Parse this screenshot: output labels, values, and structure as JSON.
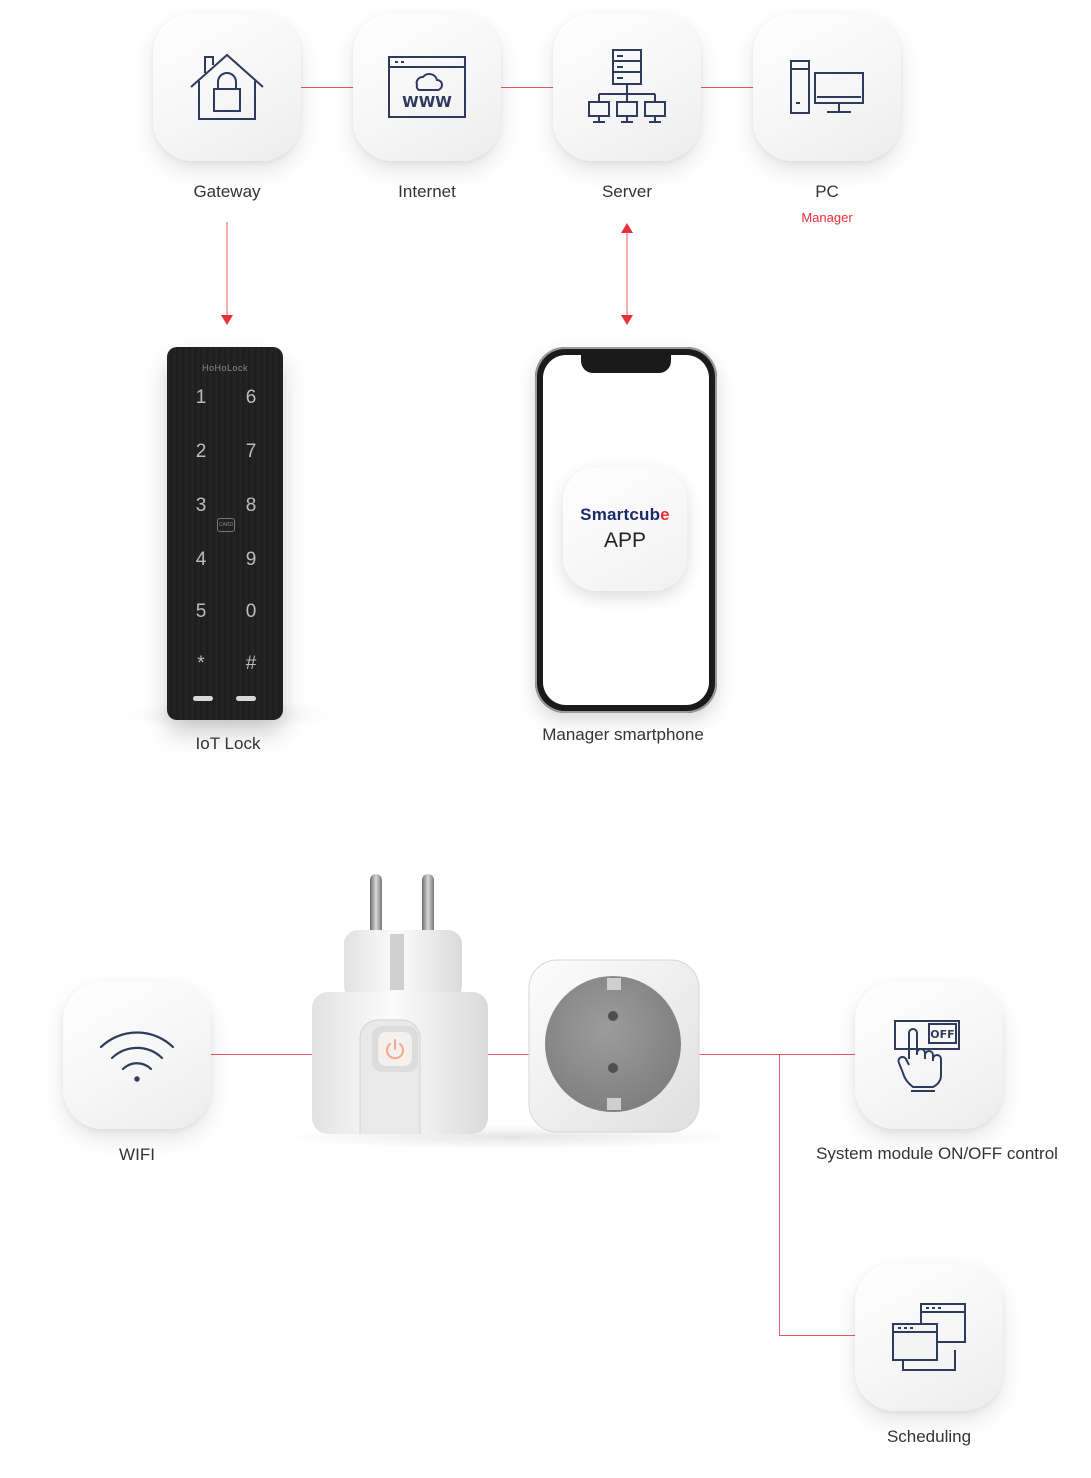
{
  "top_nodes": [
    {
      "name": "Gateway",
      "icon": "home-lock-icon"
    },
    {
      "name": "Internet",
      "icon": "www-browser-icon"
    },
    {
      "name": "Server",
      "icon": "server-network-icon"
    },
    {
      "name": "PC",
      "sub": "Manager",
      "icon": "desktop-pc-icon"
    }
  ],
  "iot_lock": {
    "label": "IoT Lock",
    "brand": "HoHoLock",
    "keys": [
      "1",
      "6",
      "2",
      "7",
      "3",
      "8",
      "4",
      "9",
      "5",
      "0",
      "*",
      "#"
    ],
    "card_text": "CARD"
  },
  "smartphone": {
    "label": "Manager smartphone",
    "app_brand_main": "Smartcub",
    "app_brand_accent": "e",
    "app_label": "APP"
  },
  "bottom_nodes": [
    {
      "name": "WIFI",
      "icon": "wifi-icon"
    },
    {
      "name": "System module ON/OFF control",
      "icon": "hand-off-switch-icon",
      "icon_text": "OFF"
    },
    {
      "name": "Scheduling",
      "icon": "windows-stack-icon"
    }
  ],
  "colors": {
    "accent": "#e8303a",
    "icon_stroke": "#2f3b5c",
    "line": "#e55a62"
  }
}
